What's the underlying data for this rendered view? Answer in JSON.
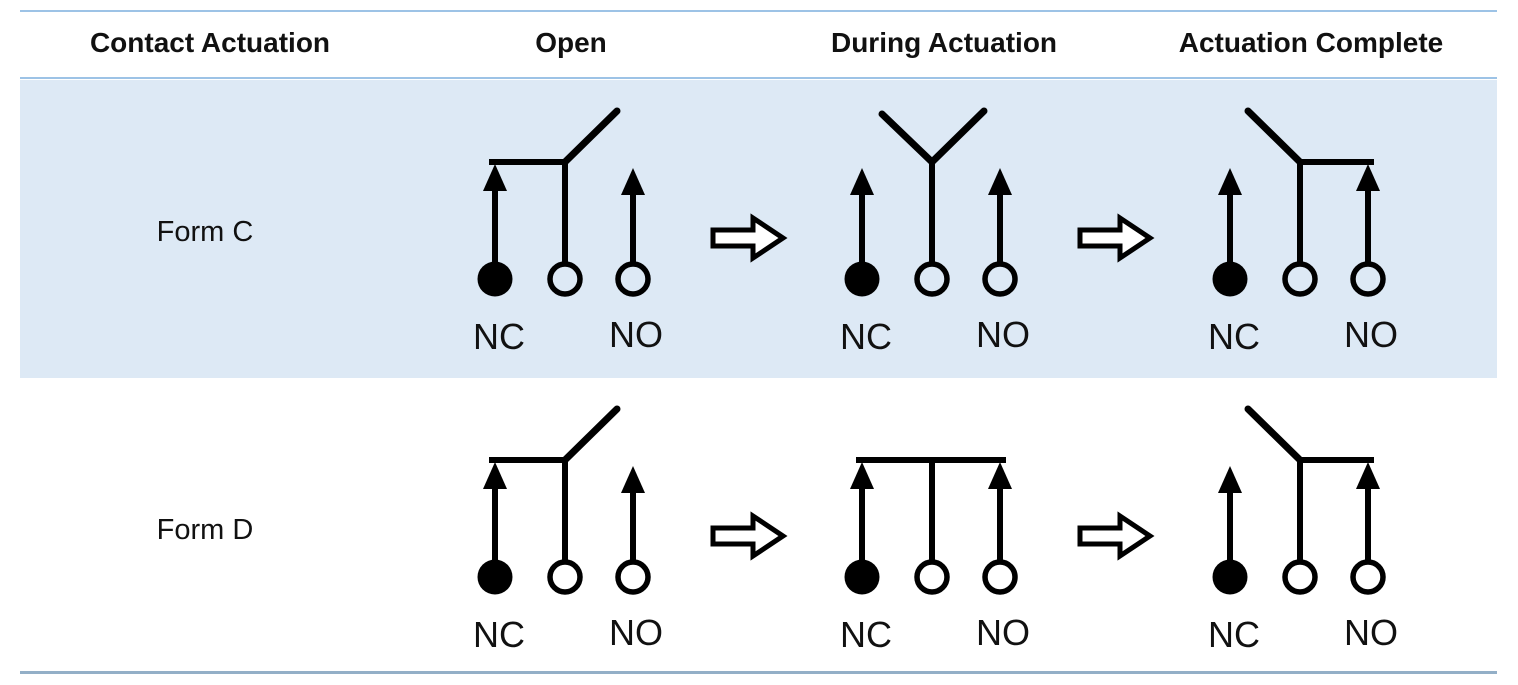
{
  "table": {
    "columns": [
      "Contact Actuation",
      "Open",
      "During Actuation",
      "Actuation Complete"
    ],
    "rows": [
      {
        "form": "Form C",
        "open_state": "blade-on-nc",
        "during_state": "blade-between-contacts",
        "complete_state": "blade-on-no"
      },
      {
        "form": "Form D",
        "open_state": "blade-on-nc",
        "during_state": "blade-on-both-contacts",
        "complete_state": "blade-on-no"
      }
    ]
  },
  "terminal_labels": {
    "nc": "NC",
    "no": "NO"
  },
  "icons": {
    "transition": "hollow-right-arrow-icon",
    "common_terminal": "filled-circle",
    "contact_terminal": "open-circle",
    "actuation_direction": "up-arrow"
  },
  "colors": {
    "row_c_highlight": "#dde9f5",
    "header_rule": "#9dc3e6",
    "bottom_rule": "#93afc7",
    "diagram_stroke": "#000000",
    "transition_arrow_fill": "#ffffff"
  }
}
